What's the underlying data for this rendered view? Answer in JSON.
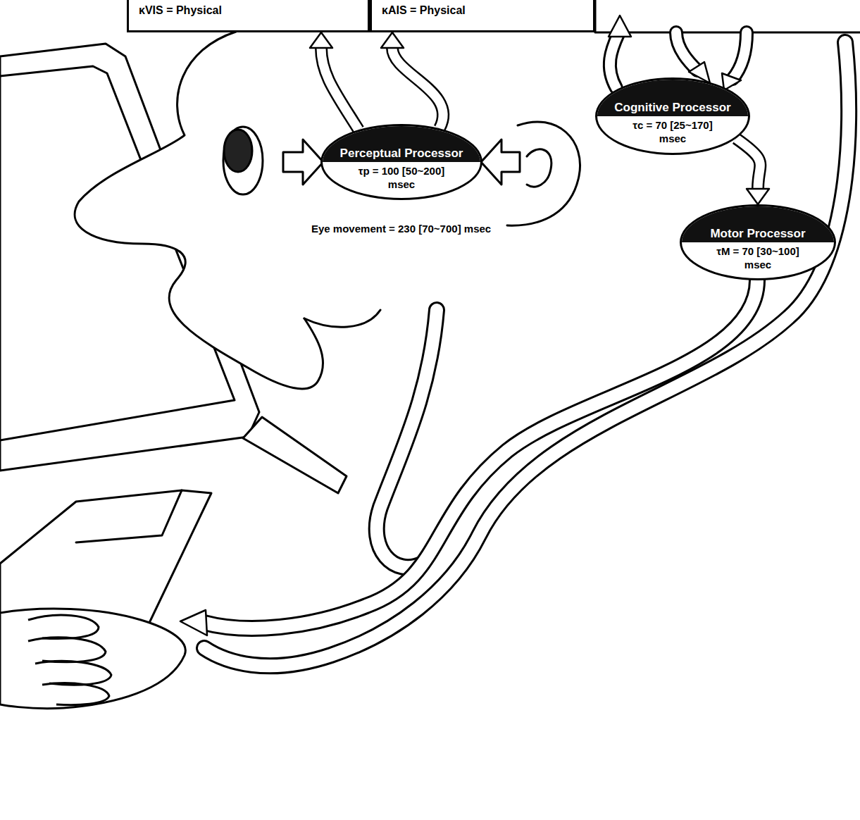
{
  "diagram": {
    "nodes": [
      {
        "text": [
          "κVIS = Physical"
        ]
      },
      {
        "text": [
          "κAIS = Physical"
        ]
      },
      {
        "text": [
          "Perceptual Processor",
          "τp = 100 [50~200] msec"
        ]
      },
      {
        "text": [
          "Cognitive Processor",
          "τc = 70 [25~170] msec"
        ]
      },
      {
        "text": [
          "Motor Processor",
          "τM = 70 [30~100] msec"
        ]
      }
    ],
    "edges": [
      {
        "from": 2,
        "to": 0,
        "arrow": "to"
      },
      {
        "from": 2,
        "to": 1,
        "arrow": "to"
      },
      {
        "from": 3,
        "to": 4,
        "arrow": "to"
      }
    ],
    "labels": [
      "Eye movement = 230 [70~700] msec"
    ]
  }
}
